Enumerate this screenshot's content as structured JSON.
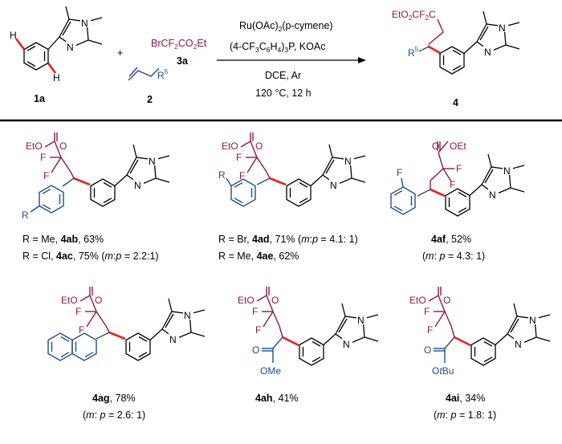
{
  "scheme": {
    "reactant_1a": {
      "label": "1a",
      "atoms": {
        "h_top": "H",
        "h_ring": "H",
        "n1": "N",
        "n2": "N"
      }
    },
    "plus": "+",
    "reagent_3a": {
      "formula": "BrCF₂CO₂Et",
      "label": "3a"
    },
    "reactant_2": {
      "label": "2",
      "r": "R",
      "r_sup": "5"
    },
    "conditions": {
      "catalyst": "Ru(OAc)₂(p-cymene)",
      "ligand_base": "(4-CF₃C₆H₄)₃P, KOAc",
      "solvent": "DCE, Ar",
      "temp_time": "120 °C,  12 h"
    },
    "product_4": {
      "label": "4",
      "ester": "EtO₂CF₂C",
      "r": "R",
      "r_sup": "5",
      "atoms": {
        "n1": "N",
        "n2": "N"
      }
    }
  },
  "products": [
    {
      "id": "4ab",
      "lines": [
        {
          "pre": "R = Me, ",
          "bold": "4ab",
          "post": ", 63%"
        }
      ]
    },
    {
      "id": "4ac",
      "lines": [
        {
          "pre": "R = Cl, ",
          "bold": "4ac",
          "post": ", 75% (",
          "it": "m:p",
          "post2": " = 2.2:1)"
        }
      ]
    },
    {
      "id": "4ad",
      "lines": [
        {
          "pre": "R = Br, ",
          "bold": "4ad",
          "post": ", 71% (",
          "it": "m:p",
          "post2": " = 4.1: 1)"
        }
      ]
    },
    {
      "id": "4ae",
      "lines": [
        {
          "pre": "R = Me, ",
          "bold": "4ae",
          "post": ", 62%"
        }
      ]
    },
    {
      "id": "4af",
      "bold": "4af",
      "yield": ", 52%",
      "ratio_open": "(",
      "ratio_it": "m",
      "ratio_text": ": ",
      "ratio_it2": "p",
      "ratio_val": " = 4.3: 1)"
    },
    {
      "id": "4ag",
      "bold": "4ag",
      "yield": ", 78%",
      "ratio_open": "(",
      "ratio_it": "m",
      "ratio_text": ": ",
      "ratio_it2": "p",
      "ratio_val": " = 2.6: 1)"
    },
    {
      "id": "4ah",
      "bold": "4ah",
      "yield": ", 41%"
    },
    {
      "id": "4ai",
      "bold": "4ai",
      "yield": ", 34%",
      "ratio_open": "(",
      "ratio_it": "m",
      "ratio_text": ": ",
      "ratio_it2": "p",
      "ratio_val": " = 1.8: 1)"
    }
  ],
  "atom_labels": {
    "eto": "EtO",
    "o": "O",
    "oet": "OEt",
    "f": "F",
    "n": "N",
    "r": "R",
    "ome": "OMe",
    "o_tbu_o": "O",
    "t": "t",
    "bu": "Bu"
  },
  "colors": {
    "ester_chain": "#8b1a4a",
    "aryl_blue": "#1f4e8c",
    "new_bond": "#e8201e",
    "ch_highlight": "#e8201e"
  }
}
